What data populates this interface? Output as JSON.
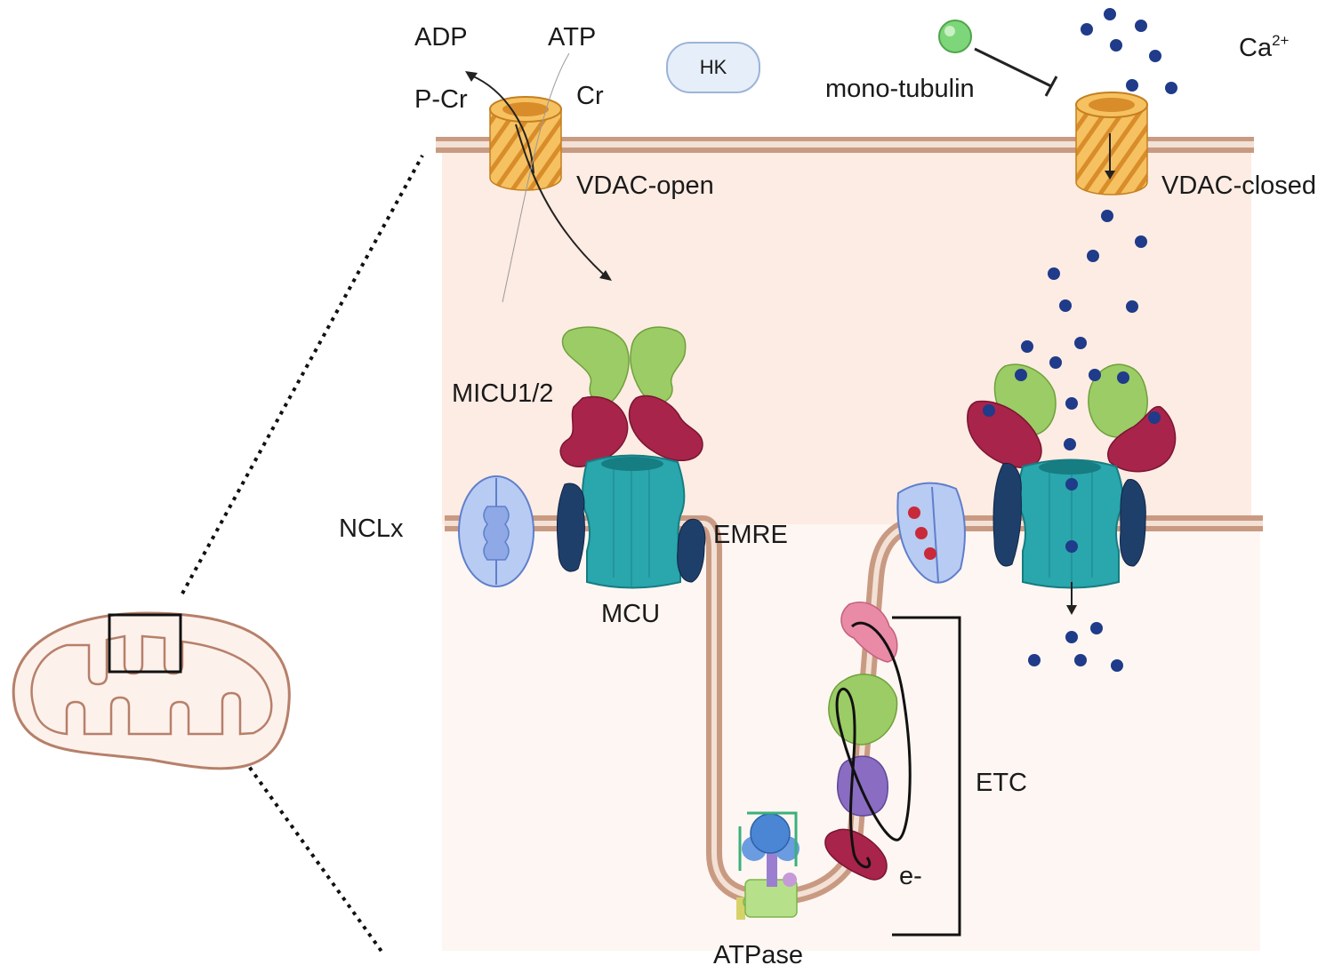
{
  "labels": {
    "adp": "ADP",
    "atp": "ATP",
    "pcr": "P-Cr",
    "cr": "Cr",
    "hk": "HK",
    "mono_tubulin": "mono-tubulin",
    "ca": "Ca",
    "ca_charge": "2+",
    "vdac_open": "VDAC-open",
    "vdac_closed": "VDAC-closed",
    "micu": "MICU1/2",
    "nclx": "NCLx",
    "emre": "EMRE",
    "mcu": "MCU",
    "etc": "ETC",
    "electron": "e-",
    "atpase": "ATPase"
  },
  "colors": {
    "background_fill": "#fdf1ec",
    "membrane": "#c99a82",
    "membrane_inner": "#ecd3c4",
    "vdac": "#f2b247",
    "micu_green": "#9ccc65",
    "micu_red": "#a8244a",
    "mcu_teal": "#2aa6ad",
    "emre_navy": "#1f3f6b",
    "nclx_blue": "#b8cbf2",
    "calcium": "#1f3b8a",
    "tubulin": "#7ed67a",
    "etc_pink": "#e98aa7",
    "etc_green": "#9ccc65",
    "etc_purple": "#8a6dc2",
    "etc_red": "#a8244a"
  }
}
